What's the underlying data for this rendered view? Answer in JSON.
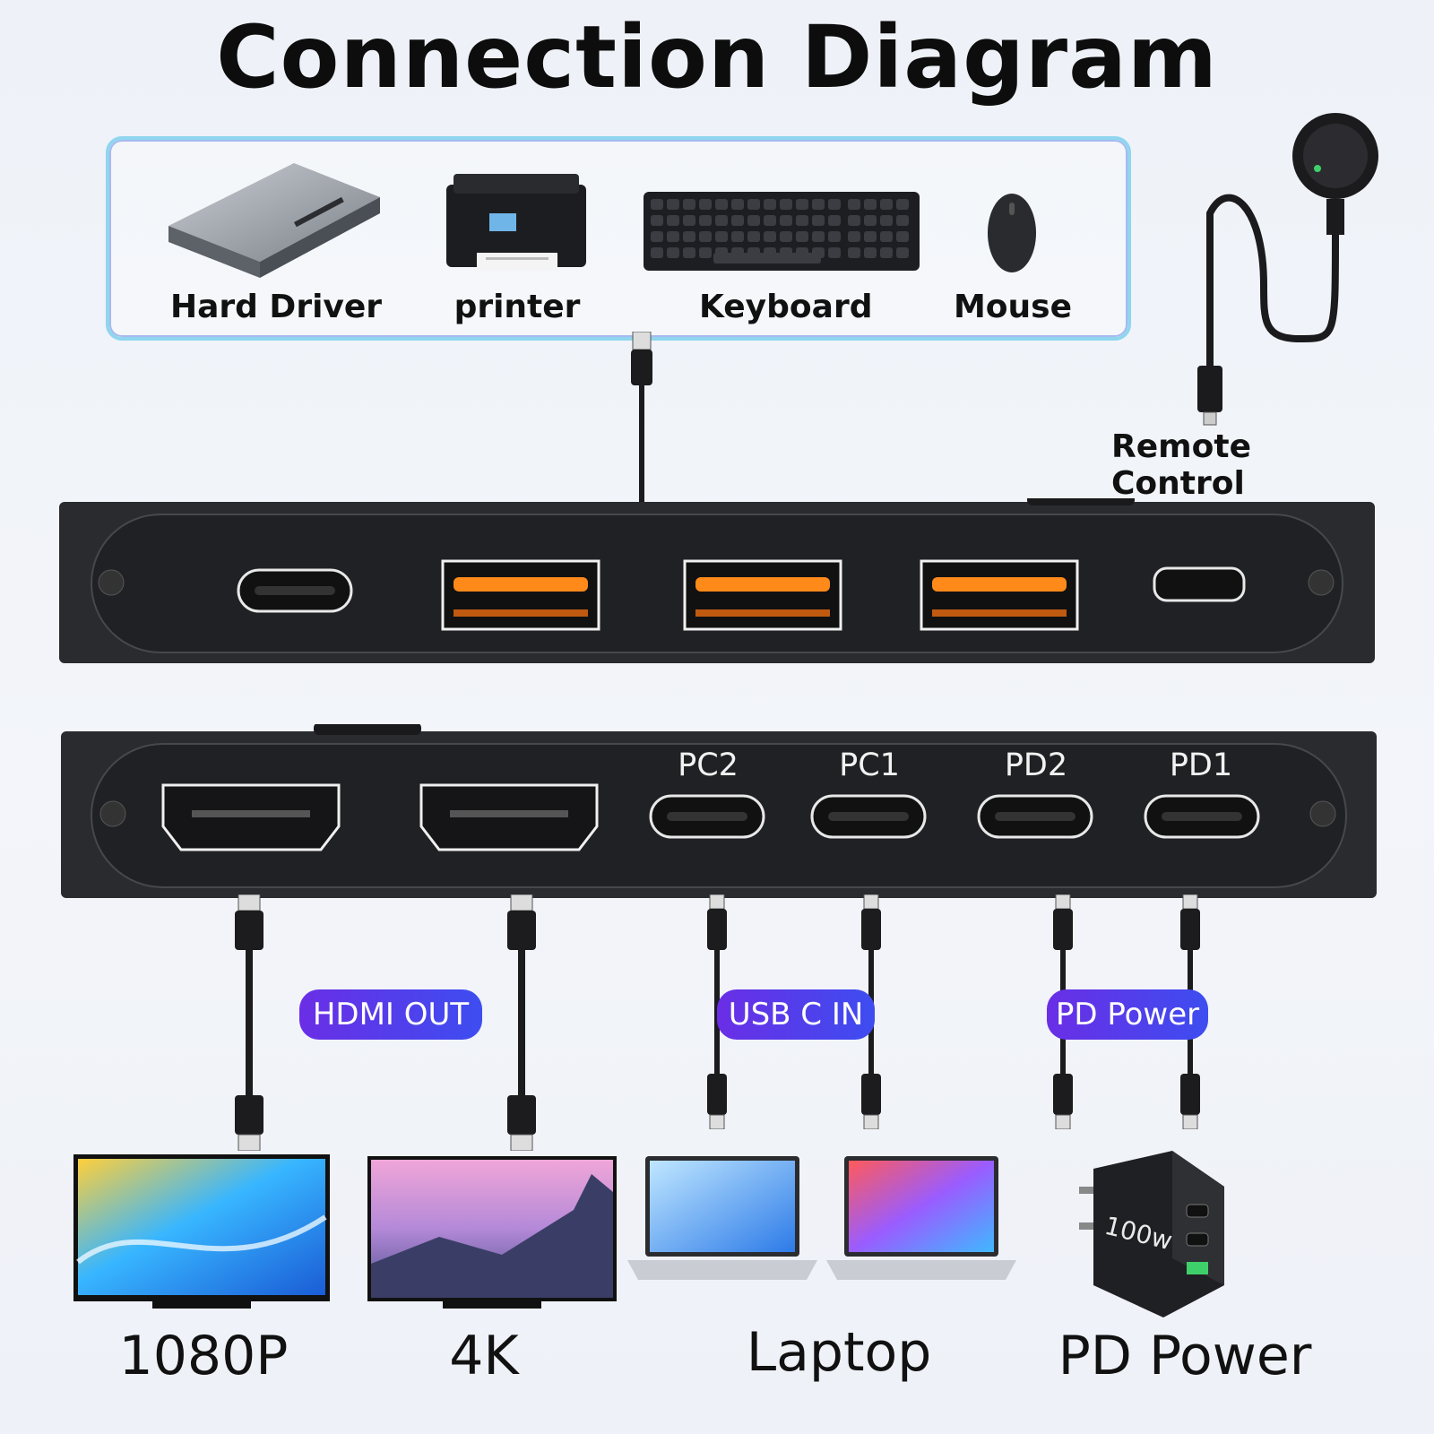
{
  "title": "Connection Diagram",
  "peripherals": {
    "hard_drive": "Hard Driver",
    "printer": "printer",
    "keyboard": "Keyboard",
    "mouse": "Mouse"
  },
  "remote": {
    "label": "Remote Control"
  },
  "switch_bottom": {
    "ports": {
      "pc2": "PC2",
      "pc1": "PC1",
      "pd2": "PD2",
      "pd1": "PD1"
    }
  },
  "badges": {
    "hdmi_out": "HDMI OUT",
    "usbc_in": "USB C IN",
    "pd_power": "PD Power"
  },
  "devices": {
    "monitor1": "1080P",
    "monitor2": "4K",
    "laptop": "Laptop",
    "charger": "PD Power",
    "charger_text": "100w"
  },
  "colors": {
    "device_body": "#2a2b2e",
    "usb_glow": "#ff8a1a",
    "badge_start": "#6a2ee6",
    "badge_end": "#3d4df0",
    "box_border": "#8fd6ee"
  }
}
